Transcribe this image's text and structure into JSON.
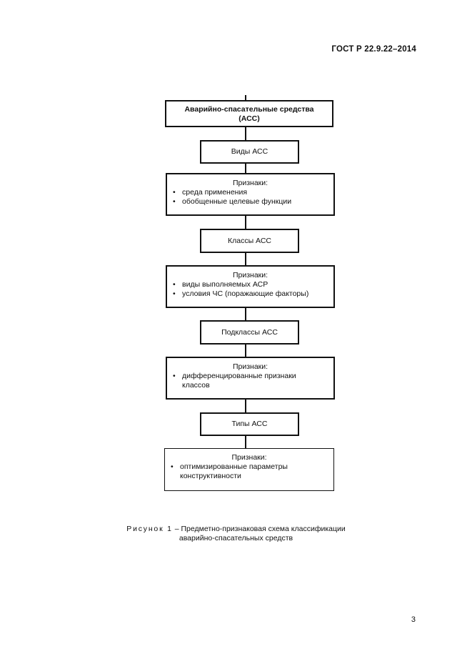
{
  "header": {
    "doc_code": "ГОСТ Р 22.9.22–2014"
  },
  "diagram": {
    "root": {
      "line1": "Аварийно-спасательные средства",
      "line2": "(АСС)"
    },
    "level1": {
      "name": "Виды АСС",
      "criteria_heading": "Признаки:",
      "criteria": [
        "среда применения",
        "обобщенные целевые функции"
      ]
    },
    "level2": {
      "name": "Классы АСС",
      "criteria_heading": "Признаки:",
      "criteria": [
        "виды выполняемых АСР",
        "условия ЧС (поражающие факторы)"
      ]
    },
    "level3": {
      "name": "Подклассы АСС",
      "criteria_heading": "Признаки:",
      "criteria_line1": "дифференцированные признаки",
      "criteria_line2": "классов"
    },
    "level4": {
      "name": "Типы АСС",
      "criteria_heading": "Признаки:",
      "criteria_line1": "оптимизированные параметры",
      "criteria_line2": "конструктивности"
    },
    "bullet": "•"
  },
  "caption": {
    "figure_word": "Рисунок 1",
    "line1_rest": " – Предметно-признаковая схема классификации",
    "line2": "аварийно-спасательных средств"
  },
  "page_number": "3"
}
